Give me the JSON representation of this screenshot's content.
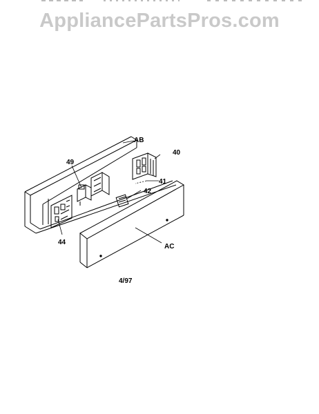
{
  "watermark": "AppliancePartsPros.com",
  "labels": {
    "ab": "AB",
    "l40": "40",
    "l49": "49",
    "l41": "41",
    "l42": "42",
    "l44": "44",
    "ac": "AC",
    "date": "4/97"
  }
}
